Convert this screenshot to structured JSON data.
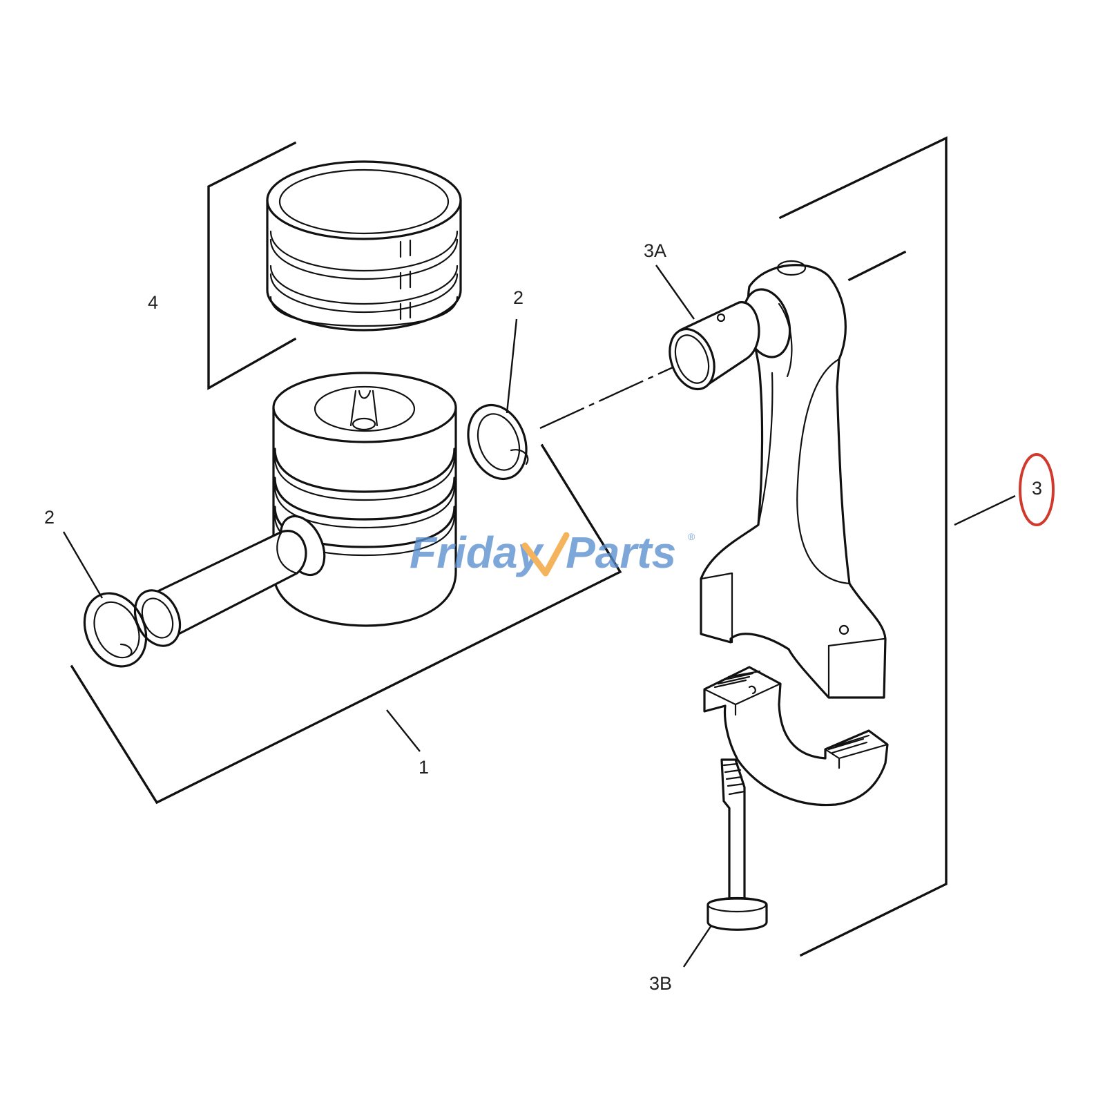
{
  "labels": {
    "part_1": "1",
    "part_2_left": "2",
    "part_2_right": "2",
    "part_3": "3",
    "part_3a": "3A",
    "part_3b": "3B",
    "part_4": "4"
  },
  "watermark": {
    "brand_left": "Friday",
    "brand_right": "Parts",
    "registered": "®"
  },
  "colors": {
    "ink": "#111111",
    "highlight_circle": "#d0392b",
    "watermark_blue": "#5b8fcf",
    "watermark_orange": "#f0a030"
  },
  "icons": [
    "piston-icon",
    "piston-rings-icon",
    "circlip-icon",
    "piston-pin-icon",
    "connecting-rod-icon",
    "bushing-icon",
    "rod-cap-icon",
    "rod-bolt-icon"
  ]
}
